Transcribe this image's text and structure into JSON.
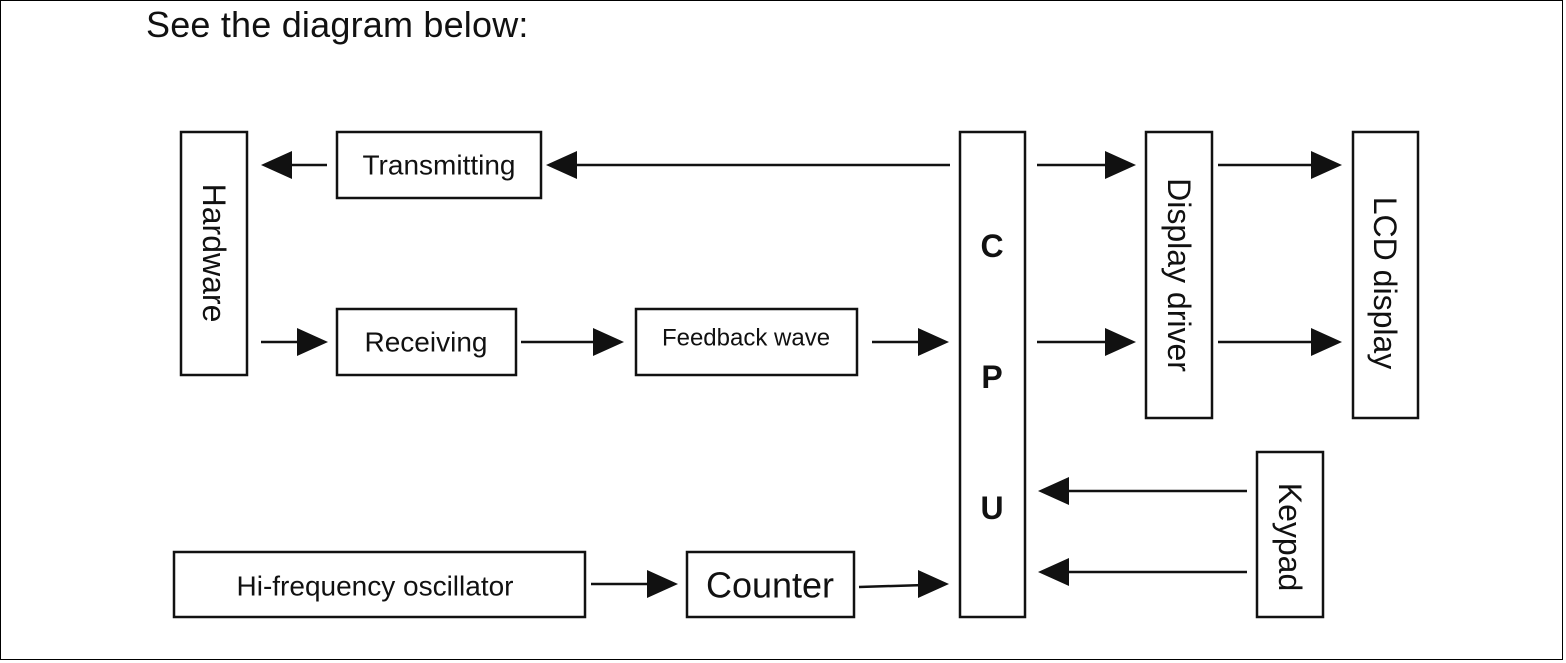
{
  "heading": "See the diagram below:",
  "blocks": {
    "hardware": "Hardware",
    "transmitting": "Transmitting",
    "receiving": "Receiving",
    "feedback_wave": "Feedback wave",
    "cpu": [
      "C",
      "P",
      "U"
    ],
    "display_driver": "Display driver",
    "lcd_display": "LCD display",
    "keypad": "Keypad",
    "oscillator": "Hi-frequency oscillator",
    "counter": "Counter"
  }
}
